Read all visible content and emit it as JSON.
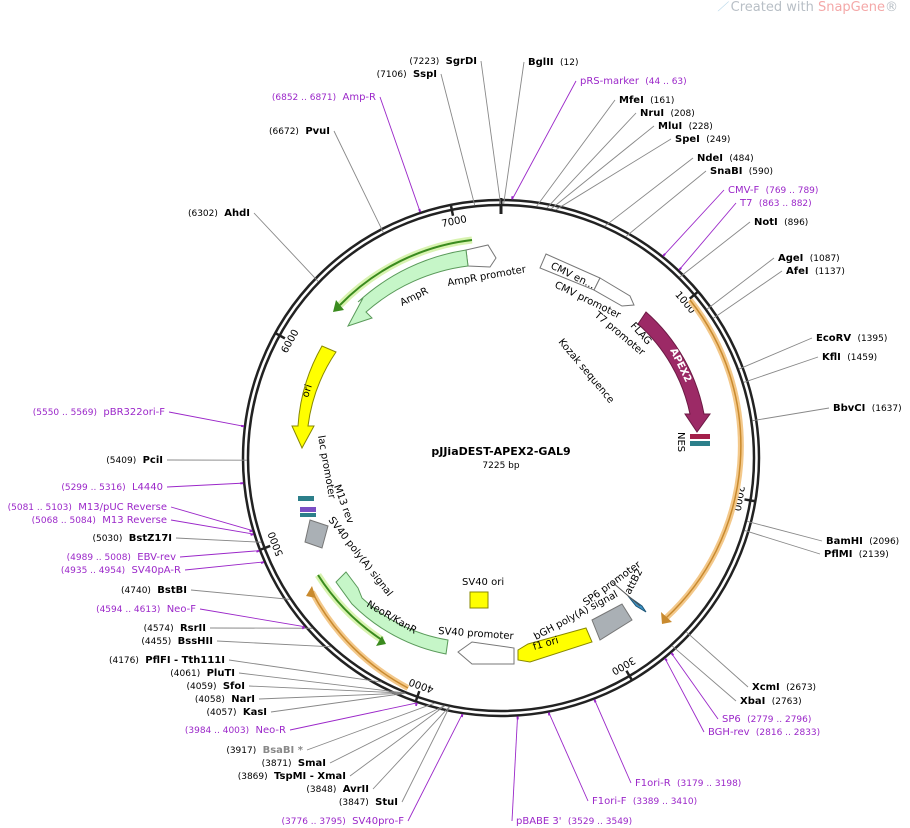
{
  "watermark": {
    "prefix": "Created with ",
    "brand": "SnapGene",
    "mark": "®"
  },
  "plasmid": {
    "name": "pJJiaDEST-APEX2-GAL9",
    "size": "7225 bp"
  },
  "colors": {
    "feature_label": "#9b27c9",
    "site_label": "#000000",
    "line": "#777777",
    "feature_line": "#9b27c9",
    "backbone": "#222222"
  },
  "ticks": [
    "1000",
    "2000",
    "3000",
    "4000",
    "5000",
    "6000",
    "7000"
  ],
  "sites": [
    {
      "name": "SgrDI",
      "pos": "(7223)"
    },
    {
      "name": "SspI",
      "pos": "(7106)"
    },
    {
      "name": "BglII",
      "pos": "(12)"
    },
    {
      "name": "PvuI",
      "pos": "(6672)"
    },
    {
      "name": "MfeI",
      "pos": "(161)"
    },
    {
      "name": "NruI",
      "pos": "(208)"
    },
    {
      "name": "MluI",
      "pos": "(228)"
    },
    {
      "name": "SpeI",
      "pos": "(249)"
    },
    {
      "name": "NdeI",
      "pos": "(484)"
    },
    {
      "name": "SnaBI",
      "pos": "(590)"
    },
    {
      "name": "AhdI",
      "pos": "(6302)"
    },
    {
      "name": "NotI",
      "pos": "(896)"
    },
    {
      "name": "AgeI",
      "pos": "(1087)"
    },
    {
      "name": "AfeI",
      "pos": "(1137)"
    },
    {
      "name": "EcoRV",
      "pos": "(1395)"
    },
    {
      "name": "KflI",
      "pos": "(1459)"
    },
    {
      "name": "BbvCI",
      "pos": "(1637)"
    },
    {
      "name": "PciI",
      "pos": "(5409)"
    },
    {
      "name": "BstZ17I",
      "pos": "(5030)"
    },
    {
      "name": "BamHI",
      "pos": "(2096)"
    },
    {
      "name": "PflMI",
      "pos": "(2139)"
    },
    {
      "name": "BstBI",
      "pos": "(4740)"
    },
    {
      "name": "RsrII",
      "pos": "(4574)"
    },
    {
      "name": "BssHII",
      "pos": "(4455)"
    },
    {
      "name": "PflFI - Tth111I",
      "pos": "(4176)"
    },
    {
      "name": "PluTI",
      "pos": "(4061)"
    },
    {
      "name": "SfoI",
      "pos": "(4059)"
    },
    {
      "name": "NarI",
      "pos": "(4058)"
    },
    {
      "name": "KasI",
      "pos": "(4057)"
    },
    {
      "name": "XcmI",
      "pos": "(2673)"
    },
    {
      "name": "XbaI",
      "pos": "(2763)"
    },
    {
      "name": "BsaBI *",
      "pos": "(3917)"
    },
    {
      "name": "SmaI",
      "pos": "(3871)"
    },
    {
      "name": "TspMI - XmaI",
      "pos": "(3869)"
    },
    {
      "name": "AvrII",
      "pos": "(3848)"
    },
    {
      "name": "StuI",
      "pos": "(3847)"
    }
  ],
  "primer_labels": [
    {
      "name": "pRS-marker",
      "range": "(44 .. 63)"
    },
    {
      "name": "Amp-R",
      "range": "(6852 .. 6871)"
    },
    {
      "name": "CMV-F",
      "range": "(769 .. 789)"
    },
    {
      "name": "T7",
      "range": "(863 .. 882)"
    },
    {
      "name": "pBR322ori-F",
      "range": "(5550 .. 5569)"
    },
    {
      "name": "L4440",
      "range": "(5299 .. 5316)"
    },
    {
      "name": "M13/pUC Reverse",
      "range": "(5081 .. 5103)"
    },
    {
      "name": "M13 Reverse",
      "range": "(5068 .. 5084)"
    },
    {
      "name": "EBV-rev",
      "range": "(4989 .. 5008)"
    },
    {
      "name": "SV40pA-R",
      "range": "(4935 .. 4954)"
    },
    {
      "name": "Neo-F",
      "range": "(4594 .. 4613)"
    },
    {
      "name": "Neo-R",
      "range": "(3984 .. 4003)"
    },
    {
      "name": "SP6",
      "range": "(2779 .. 2796)"
    },
    {
      "name": "BGH-rev",
      "range": "(2816 .. 2833)"
    },
    {
      "name": "F1ori-R",
      "range": "(3179 .. 3198)"
    },
    {
      "name": "F1ori-F",
      "range": "(3389 .. 3410)"
    },
    {
      "name": "pBABE 3'",
      "range": "(3529 .. 3549)"
    },
    {
      "name": "SV40pro-F",
      "range": "(3776 .. 3795)"
    }
  ],
  "features": {
    "cmv_enh": "CMV en...",
    "cmv_prom": "CMV promoter",
    "t7_prom": "T7 promoter",
    "flag": "FLAG",
    "kozak": "Kozak sequence",
    "apex2": "APEX2",
    "nes": "NES",
    "ampr_prom": "AmpR promoter",
    "ampr": "AmpR",
    "ori": "ori",
    "lac_prom": "lac promoter",
    "m13_rev": "M13 rev",
    "sv40pa": "SV40 poly(A) signal",
    "neokanr": "NeoR/KanR",
    "sv40_prom": "SV40 promoter",
    "sv40_ori": "SV40 ori",
    "f1_ori": "f1 ori",
    "bgh_pa": "bGH poly(A) signal",
    "sp6_prom": "SP6 promoter",
    "attb2": "attB2"
  }
}
